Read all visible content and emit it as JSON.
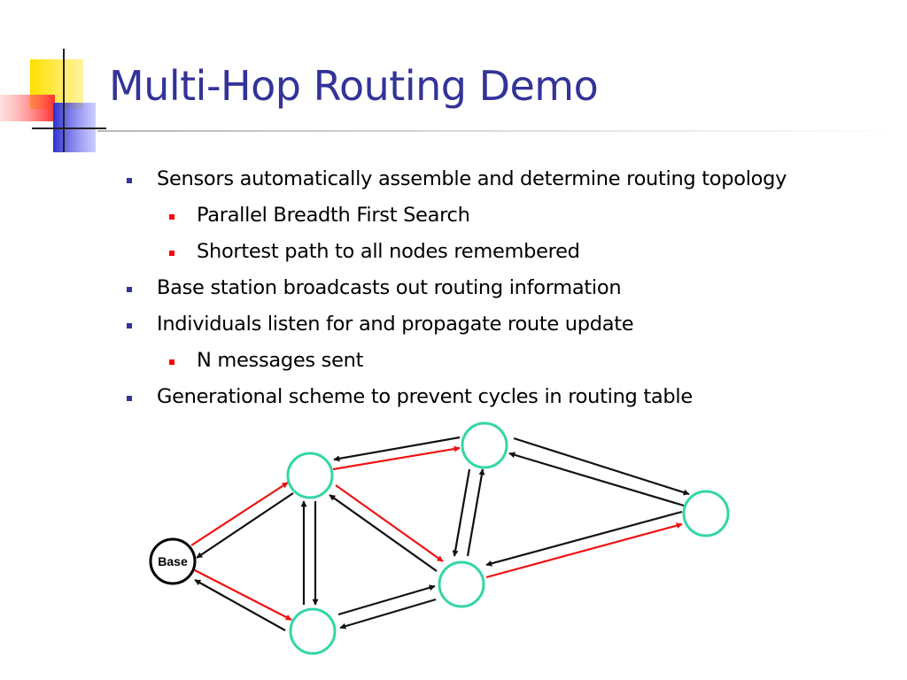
{
  "title": "Multi-Hop Routing Demo",
  "bullets": [
    {
      "level": 1,
      "text": "Sensors automatically assemble and determine routing topology"
    },
    {
      "level": 2,
      "text": "Parallel Breadth First Search"
    },
    {
      "level": 2,
      "text": "Shortest path to all nodes remembered"
    },
    {
      "level": 1,
      "text": "Base station broadcasts out routing information"
    },
    {
      "level": 1,
      "text": "Individuals listen for and propagate route update"
    },
    {
      "level": 2,
      "text": "N messages sent"
    },
    {
      "level": 1,
      "text": "Generational scheme to prevent cycles in routing table"
    }
  ],
  "diagram": {
    "base_label": "Base",
    "colors": {
      "node_border": "#33d6a6",
      "base_border": "#000000",
      "link_black": "#111111",
      "link_red": "#ee1111"
    }
  },
  "colors": {
    "title": "#333399",
    "l1_bullet": "#333399",
    "l2_bullet": "#ff0000"
  }
}
